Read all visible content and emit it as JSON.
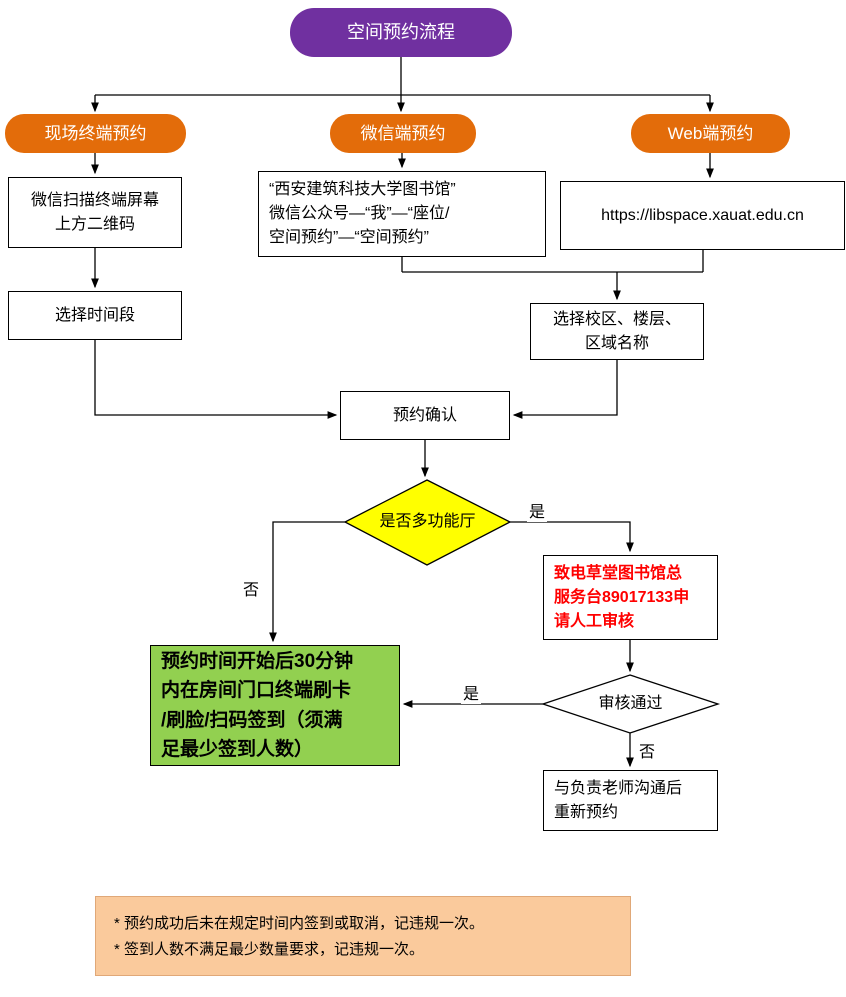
{
  "title": "空间预约流程",
  "colors": {
    "start_fill": "#7030A0",
    "branch_fill": "#E36C0A",
    "decision_fill": "#FFFF00",
    "checkin_fill": "#92D050",
    "alert_text": "#FF0000",
    "note_fill": "#FACA9C"
  },
  "branches": {
    "onsite": {
      "label": "现场终端预约",
      "step1": "微信扫描终端屏幕\n上方二维码",
      "step2": "选择时间段"
    },
    "wechat": {
      "label": "微信端预约",
      "step1": "“西安建筑科技大学图书馆”\n微信公众号—“我”—“座位/\n空间预约”—“空间预约”"
    },
    "web": {
      "label": "Web端预约",
      "step1": "https://libspace.xauat.edu.cn",
      "step2": "选择校区、楼层、\n区域名称"
    }
  },
  "confirm": "预约确认",
  "decisions": {
    "hall": {
      "question": "是否多功能厅",
      "yes": "是",
      "no": "否"
    },
    "review": {
      "question": "审核通过",
      "yes": "是",
      "no": "否"
    }
  },
  "manual_review": "致电草堂图书馆总\n服务台89017133申\n请人工审核",
  "checkin": "预约时间开始后30分钟\n内在房间门口终端刷卡\n/刷脸/扫码签到（须满\n足最少签到人数）",
  "rebook": "与负责老师沟通后\n重新预约",
  "notes": [
    "*  预约成功后未在规定时间内签到或取消，记违规一次。",
    "*  签到人数不满足最少数量要求，记违规一次。"
  ]
}
